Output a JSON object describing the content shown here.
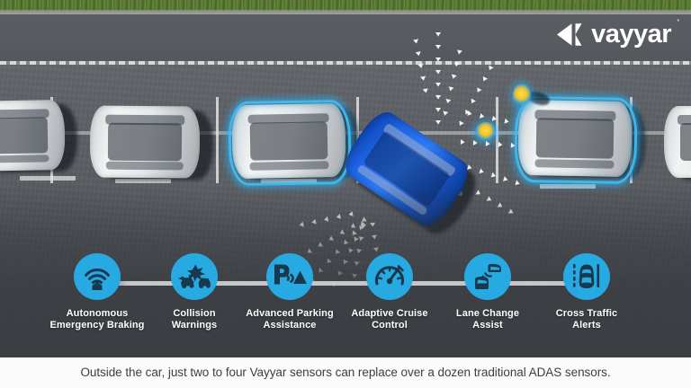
{
  "brand": {
    "name": "vayyar",
    "trademark": "˚",
    "logo_icon": "vayyar-triangle-mark",
    "color": "#ffffff"
  },
  "scene": {
    "alt": "aerial view of a parking lot with a blue car reversing into a bay",
    "accent_color": "#27a9e1",
    "detection_color": "#3cbef5",
    "pedestrian_color": "#ffe14a",
    "road_color": "#5a5d62",
    "grass_color": "#5f8236",
    "vehicles": [
      {
        "id": "car-left-1",
        "color": "white",
        "state": "parked"
      },
      {
        "id": "car-left-2",
        "color": "white",
        "state": "parked"
      },
      {
        "id": "car-center-parked",
        "color": "white",
        "state": "parked",
        "detected": true
      },
      {
        "id": "car-ego",
        "color": "blue",
        "state": "reversing"
      },
      {
        "id": "car-right-1",
        "color": "white",
        "state": "parked",
        "detected": true
      },
      {
        "id": "car-right-2",
        "color": "white",
        "state": "parked",
        "detected": true
      }
    ],
    "pedestrian": {
      "id": "pedestrian",
      "detected": true
    },
    "detection_markers": 2
  },
  "features": [
    {
      "id": "autonomous-emergency-braking",
      "label": "Autonomous\nEmergency Braking",
      "icon": "emergency-braking-icon"
    },
    {
      "id": "collision-warnings",
      "label": "Collision\nWarnings",
      "icon": "collision-warning-icon"
    },
    {
      "id": "advanced-parking-assistance",
      "label": "Advanced Parking\nAssistance",
      "icon": "parking-assistance-icon"
    },
    {
      "id": "adaptive-cruise-control",
      "label": "Adaptive Cruise\nControl",
      "icon": "speedometer-icon"
    },
    {
      "id": "lane-change-assist",
      "label": "Lane Change\nAssist",
      "icon": "lane-change-icon"
    },
    {
      "id": "cross-traffic-alerts",
      "label": "Cross Traffic\nAlerts",
      "icon": "cross-traffic-icon"
    }
  ],
  "caption": {
    "text": "Outside the car, just two to four Vayyar sensors can replace over a dozen traditional ADAS sensors.",
    "background": "#fbfbfb",
    "color": "#3a3f46"
  }
}
